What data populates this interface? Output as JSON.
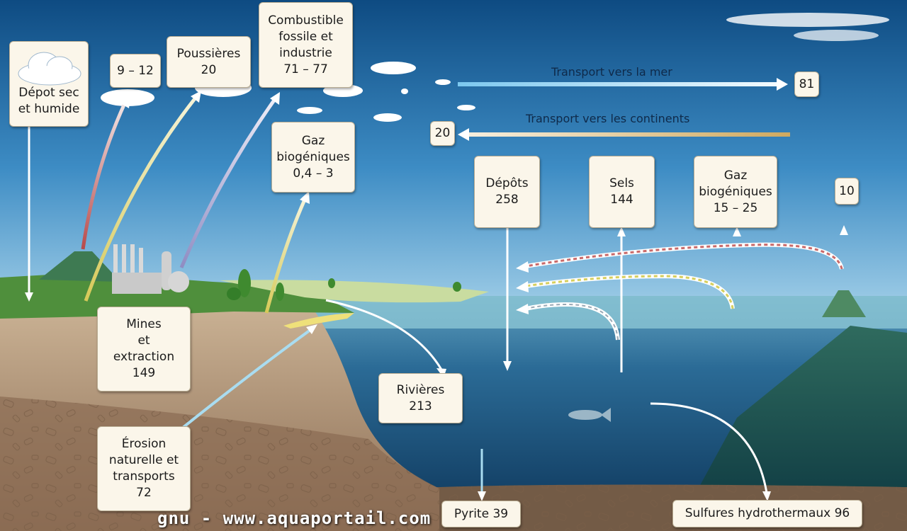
{
  "labels": {
    "depot_sec": "Dépot sec\net humide",
    "volcan_air": "9 – 12",
    "poussieres": "Poussières\n20",
    "combustible": "Combustible\nfossile et\nindustrie\n71 – 77",
    "gaz_bio_terre": "Gaz\nbiogéniques\n0,4 – 3",
    "mines": "Mines\net\nextraction\n149",
    "erosion": "Érosion\nnaturelle et\ntransports\n72",
    "rivieres": "Rivières\n213",
    "transport_mer": "Transport vers la mer",
    "transport_mer_val": "81",
    "transport_continents": "Transport vers les continents",
    "transport_continents_val": "20",
    "depots": "Dépôts\n258",
    "sels": "Sels\n144",
    "gaz_bio_mer": "Gaz\nbiogéniques\n15 – 25",
    "volcan_mer": "10",
    "pyrite": "Pyrite 39",
    "sulfures": "Sulfures hydrothermaux 96"
  },
  "watermark": "gnu - www.aquaportail.com",
  "colors": {
    "sky_top": "#0f4f86",
    "sky_bottom": "#7fb9dd",
    "sea_surface": "#8cc3d3",
    "sea_deep": "#12456b",
    "land_green": "#5e9a44",
    "soil": "#c7ae90",
    "seafloor": "#6d5744",
    "arrow_red": "#c9605e",
    "arrow_yellow": "#d9d66a",
    "arrow_lilac": "#a8a6cf",
    "arrow_blue": "#7fc7ea",
    "arrow_tan": "#d2b272"
  }
}
